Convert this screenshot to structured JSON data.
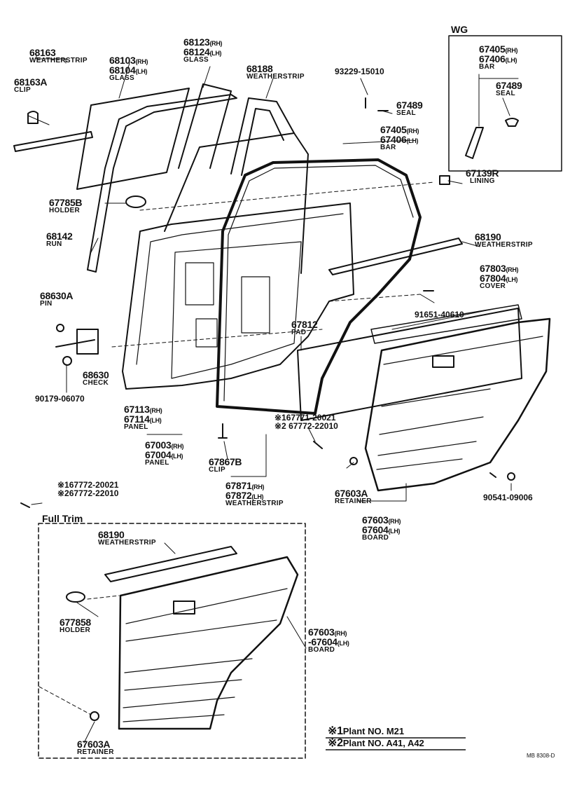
{
  "labels": {
    "l68163": {
      "pn": "68163",
      "name": "WEATHERSTRIP"
    },
    "l68163A": {
      "pn": "68163A",
      "name": "CLIP"
    },
    "l68103": {
      "pn1": "68103",
      "s1": "(RH)",
      "pn2": "68104",
      "s2": "(LH)",
      "name": "GLASS"
    },
    "l68123": {
      "pn1": "68123",
      "s1": "(RH)",
      "pn2": "68124",
      "s2": "(LH)",
      "name": "GLASS"
    },
    "l68188": {
      "pn": "68188",
      "name": "WEATHERSTRIP"
    },
    "l93229": {
      "pn": "93229-15010"
    },
    "l67489": {
      "pn": "67489",
      "name": "SEAL"
    },
    "l67405": {
      "pn1": "67405",
      "s1": "(RH)",
      "pn2": "67406",
      "s2": "(LH)",
      "name": "BAR"
    },
    "l67139R": {
      "pn": "67139R",
      "name": "LINING"
    },
    "l67785B": {
      "pn": "67785B",
      "name": "HOLDER"
    },
    "l68142": {
      "pn": "68142",
      "name": "RUN"
    },
    "l68190": {
      "pn": "68190",
      "name": "WEATHERSTRIP"
    },
    "l67803": {
      "pn1": "67803",
      "s1": "(RH)",
      "pn2": "67804",
      "s2": "(LH)",
      "name": "COVER"
    },
    "l68630A": {
      "pn": "68630A",
      "name": "PIN"
    },
    "l91651": {
      "pn": "91651-40610"
    },
    "l67812": {
      "pn": "67812",
      "name": "PAD"
    },
    "l68630": {
      "pn": "68630",
      "name": "CHECK"
    },
    "l90179": {
      "pn": "90179-06070"
    },
    "l67113": {
      "pn1": "67113",
      "s1": "(RH)",
      "pn2": "67114",
      "s2": "(LH)",
      "name": "PANEL"
    },
    "l67003": {
      "pn1": "67003",
      "s1": "(RH)",
      "pn2": "67004",
      "s2": "(LH)",
      "name": "PANEL"
    },
    "l67867B": {
      "pn": "67867B",
      "name": "CLIP"
    },
    "l67771": {
      "a": "※167771-20021",
      "b": "※2 67772-22010"
    },
    "l67871": {
      "pn1": "67871",
      "s1": "(RH)",
      "pn2": "67872",
      "s2": "(LH)",
      "name": "WEATHERSTRIP"
    },
    "l67603A": {
      "pn": "67603A",
      "name": "RETAINER"
    },
    "l67603": {
      "pn1": "67603",
      "s1": "(RH)",
      "pn2": "67604",
      "s2": "(LH)",
      "name": "BOARD"
    },
    "l90541": {
      "pn": "90541-09006"
    },
    "l67772": {
      "a": "※167772-20021",
      "b": "※267772-22010"
    },
    "ft68190": {
      "pn": "68190",
      "name": "WEATHERSTRIP"
    },
    "ft67785B": {
      "pn": "677858",
      "name": "HOLDER"
    },
    "ft67603": {
      "pn1": "67603",
      "s1": "(RH)",
      "pn2": "-67604",
      "s2": "(LH)",
      "name": "BOARD"
    },
    "ft67603A": {
      "pn": "67603A",
      "name": "RETAINER"
    }
  },
  "wg": {
    "title": "WG",
    "bar": {
      "pn1": "67405",
      "s1": "(RH)",
      "pn2": "67406",
      "s2": "(LH)",
      "name": "BAR"
    },
    "seal": {
      "pn": "67489",
      "name": "SEAL"
    }
  },
  "full_trim": {
    "title": "Full Trim"
  },
  "notes": {
    "n1": {
      "mark": "※1",
      "text": "Plant NO. M21"
    },
    "n2": {
      "mark": "※2",
      "text": "Plant NO. A41, A42"
    }
  },
  "ref_code": "MB 8308-D"
}
